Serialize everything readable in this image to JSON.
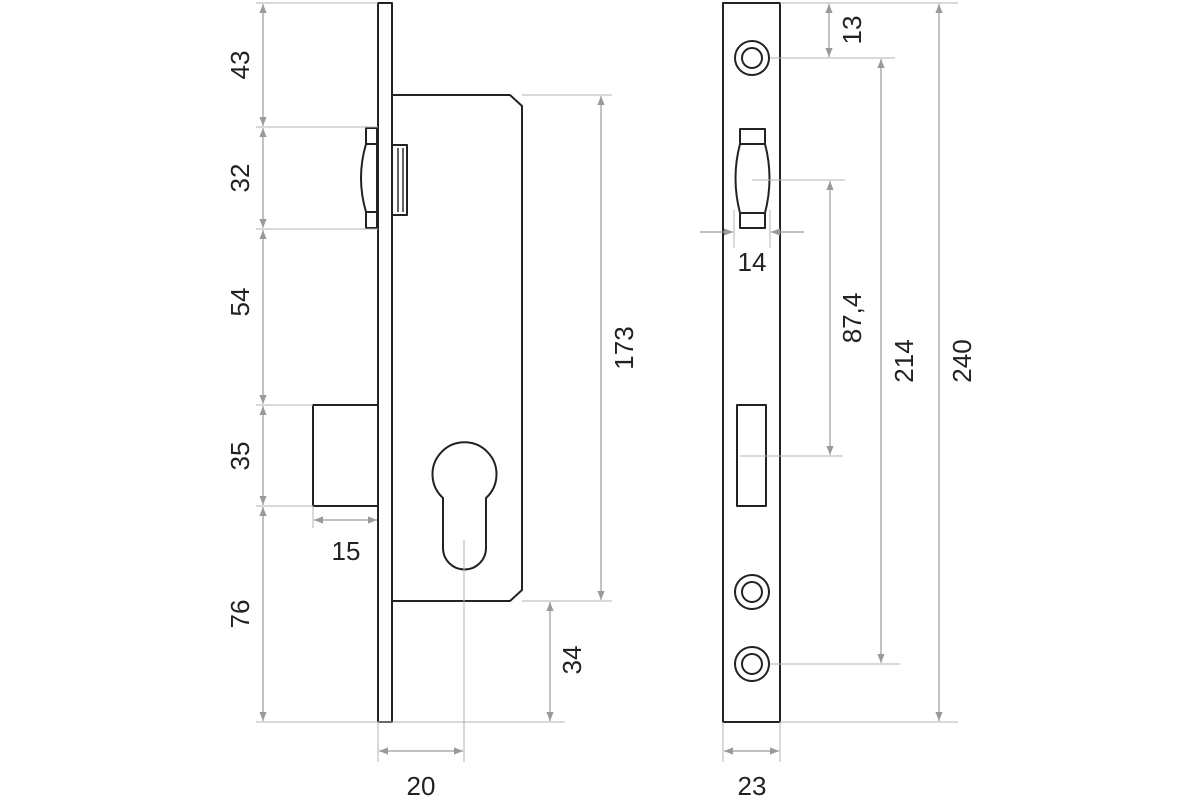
{
  "dimensions": {
    "left_view": {
      "top_offset": "43",
      "latch_height": "32",
      "latch_to_bolt": "54",
      "bolt_height": "35",
      "bolt_throw": "15",
      "bolt_to_bottom": "76",
      "case_height": "173",
      "cylinder_to_bottom": "34",
      "backset": "20"
    },
    "right_view": {
      "screw_offset": "13",
      "latch_width": "14",
      "centre_distance": "87,4",
      "screw_spacing": "214",
      "faceplate_length": "240",
      "faceplate_width": "23"
    }
  }
}
